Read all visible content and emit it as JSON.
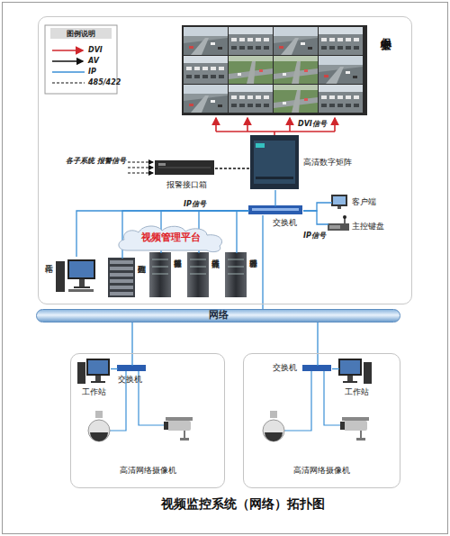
{
  "diagram": {
    "title": "视频监控系统（网络）拓扑图",
    "nodes": [
      {
        "text": [
          "安保中心"
        ]
      },
      {
        "text": [
          "高清数字矩阵"
        ],
        "in": 0
      },
      {
        "text": [
          "报警接口箱"
        ],
        "in": 0
      },
      {
        "text": [
          "交换机"
        ],
        "in": 0
      },
      {
        "text": [
          "客户端"
        ],
        "in": 0
      },
      {
        "text": [
          "主控键盘"
        ],
        "in": 0
      },
      {
        "text": [
          "视频管理平台"
        ],
        "in": 0
      },
      {
        "text": [
          "工作站"
        ],
        "in": 0
      },
      {
        "text": [
          "磁盘阵列"
        ],
        "in": 0
      },
      {
        "text": [
          "报警服务器"
        ],
        "in": 0
      },
      {
        "text": [
          "流转服务器"
        ],
        "in": 0
      },
      {
        "text": [
          "管理服务器"
        ],
        "in": 0
      },
      {
        "text": [
          "网络"
        ]
      },
      {
        "text": [
          "高清网络摄像机"
        ]
      },
      {
        "text": [
          "交换机"
        ],
        "in": 13
      },
      {
        "text": [
          "工作站"
        ],
        "in": 13
      },
      {
        "text": [
          "高清网络摄像机"
        ]
      },
      {
        "text": [
          "交换机"
        ],
        "in": 16
      },
      {
        "text": [
          "工作站"
        ],
        "in": 16
      }
    ],
    "edges": [
      {
        "from": 2,
        "to": 1,
        "arrow": "none"
      },
      {
        "from": 1,
        "to": 3,
        "arrow": "none"
      },
      {
        "from": 3,
        "to": 4,
        "arrow": "none"
      },
      {
        "from": 3,
        "to": 5,
        "label": "IP信号",
        "arrow": "none"
      },
      {
        "from": 3,
        "to": 7,
        "label": "IP信号",
        "arrow": "none"
      },
      {
        "from": 3,
        "to": 8,
        "arrow": "none"
      },
      {
        "from": 3,
        "to": 9,
        "arrow": "none"
      },
      {
        "from": 3,
        "to": 10,
        "arrow": "none"
      },
      {
        "from": 3,
        "to": 11,
        "arrow": "none"
      },
      {
        "from": 3,
        "to": 12,
        "arrow": "none"
      },
      {
        "from": 12,
        "to": 14,
        "arrow": "none"
      },
      {
        "from": 12,
        "to": 17,
        "arrow": "none"
      },
      {
        "from": 14,
        "to": 15,
        "arrow": "none"
      },
      {
        "from": 17,
        "to": 18,
        "arrow": "none"
      }
    ],
    "labels": [
      "图例说明",
      "DVI信号",
      "各子系统 报警信号"
    ],
    "legend": [
      {
        "text": "DVI"
      },
      {
        "text": "AV"
      },
      {
        "text": "IP"
      },
      {
        "text": "485/422"
      }
    ]
  }
}
